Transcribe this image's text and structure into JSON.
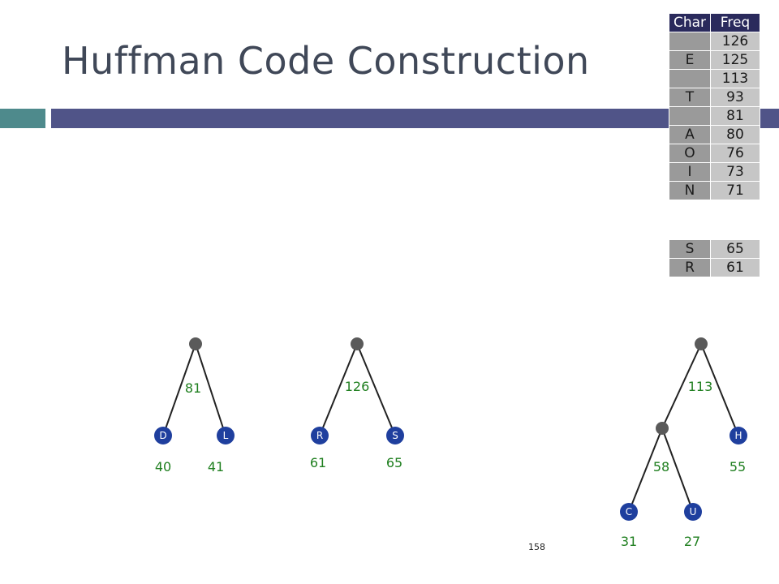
{
  "slide": {
    "title": "Huffman Code Construction",
    "page_number": "158"
  },
  "colors": {
    "title": "#404858",
    "bar_teal": "#4e8a8c",
    "bar_blue": "#505488",
    "leaf_node": "#1f3f9e",
    "internal_node": "#5a5a5a",
    "weight_text": "#1f7f1f",
    "table_header": "#2a2a5c"
  },
  "table": {
    "headers": [
      "Char",
      "Freq"
    ],
    "rows": [
      {
        "char": "",
        "freq": "126"
      },
      {
        "char": "E",
        "freq": "125"
      },
      {
        "char": "",
        "freq": "113"
      },
      {
        "char": "T",
        "freq": "93"
      },
      {
        "char": "",
        "freq": "81"
      },
      {
        "char": "A",
        "freq": "80"
      },
      {
        "char": "O",
        "freq": "76"
      },
      {
        "char": "I",
        "freq": "73"
      },
      {
        "char": "N",
        "freq": "71"
      }
    ],
    "pending_rows": [
      {
        "char": "S",
        "freq": "65"
      },
      {
        "char": "R",
        "freq": "61"
      }
    ]
  },
  "trees": {
    "tree1": {
      "root_weight": "81",
      "left": {
        "char": "D",
        "weight": "40"
      },
      "right": {
        "char": "L",
        "weight": "41"
      }
    },
    "tree2": {
      "root_weight": "126",
      "left": {
        "char": "R",
        "weight": "61"
      },
      "right": {
        "char": "S",
        "weight": "65"
      }
    },
    "tree3": {
      "root_weight": "113",
      "left_internal": {
        "weight": "58",
        "left": {
          "char": "C",
          "weight": "31"
        },
        "right": {
          "char": "U",
          "weight": "27"
        }
      },
      "right": {
        "char": "H",
        "weight": "55"
      }
    }
  }
}
